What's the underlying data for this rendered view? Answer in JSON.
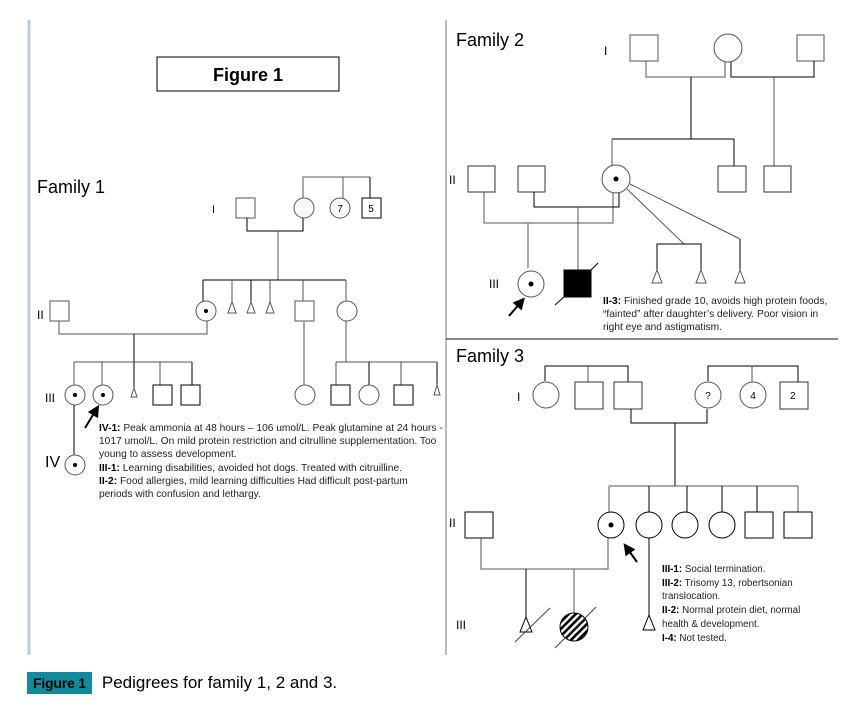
{
  "figure": {
    "title_box": "Figure 1",
    "caption_badge": "Figure 1",
    "caption_text": "Pedigrees for family 1, 2 and 3.",
    "badge_color": "#138a9b"
  },
  "family1": {
    "title": "Family 1",
    "generations": [
      "I",
      "II",
      "III",
      "IV"
    ],
    "sibship_counts": {
      "female_group": "7",
      "male_group": "5"
    },
    "notes": [
      {
        "id": "IV-1:",
        "text": " Peak ammonia at 48 hours – 106 umol/L. Peak glutamine at 24 hours - 1017 umol/L. On mild protein restriction and citrulline supplementation. Too young to assess development."
      },
      {
        "id": "III-1:",
        "text": " Learning disabilities, avoided hot dogs. Treated with citruilline."
      },
      {
        "id": "II-2:",
        "text": " Food allergies, mild learning difficulties Had difficult post-partum periods with confusion and lethargy."
      }
    ]
  },
  "family2": {
    "title": "Family 2",
    "generations": [
      "I",
      "II",
      "III"
    ],
    "notes": [
      {
        "id": "II-3:",
        "text": " Finished grade 10, avoids high protein foods, “fainted” after daughter’s delivery. Poor vision in right eye and astigmatism."
      }
    ]
  },
  "family3": {
    "title": "Family 3",
    "generations": [
      "I",
      "II",
      "III"
    ],
    "unknown_marker": "?",
    "sibship_counts": {
      "female_group": "4",
      "male_group": "2"
    },
    "notes": [
      {
        "id": "III-1:",
        "text": " Social termination."
      },
      {
        "id": "III-2:",
        "text": " Trisomy 13, robertsonian translocation."
      },
      {
        "id": "II-2:",
        "text": " Normal protein diet, normal health & development."
      },
      {
        "id": "I-4:",
        "text": " Not tested."
      }
    ]
  }
}
